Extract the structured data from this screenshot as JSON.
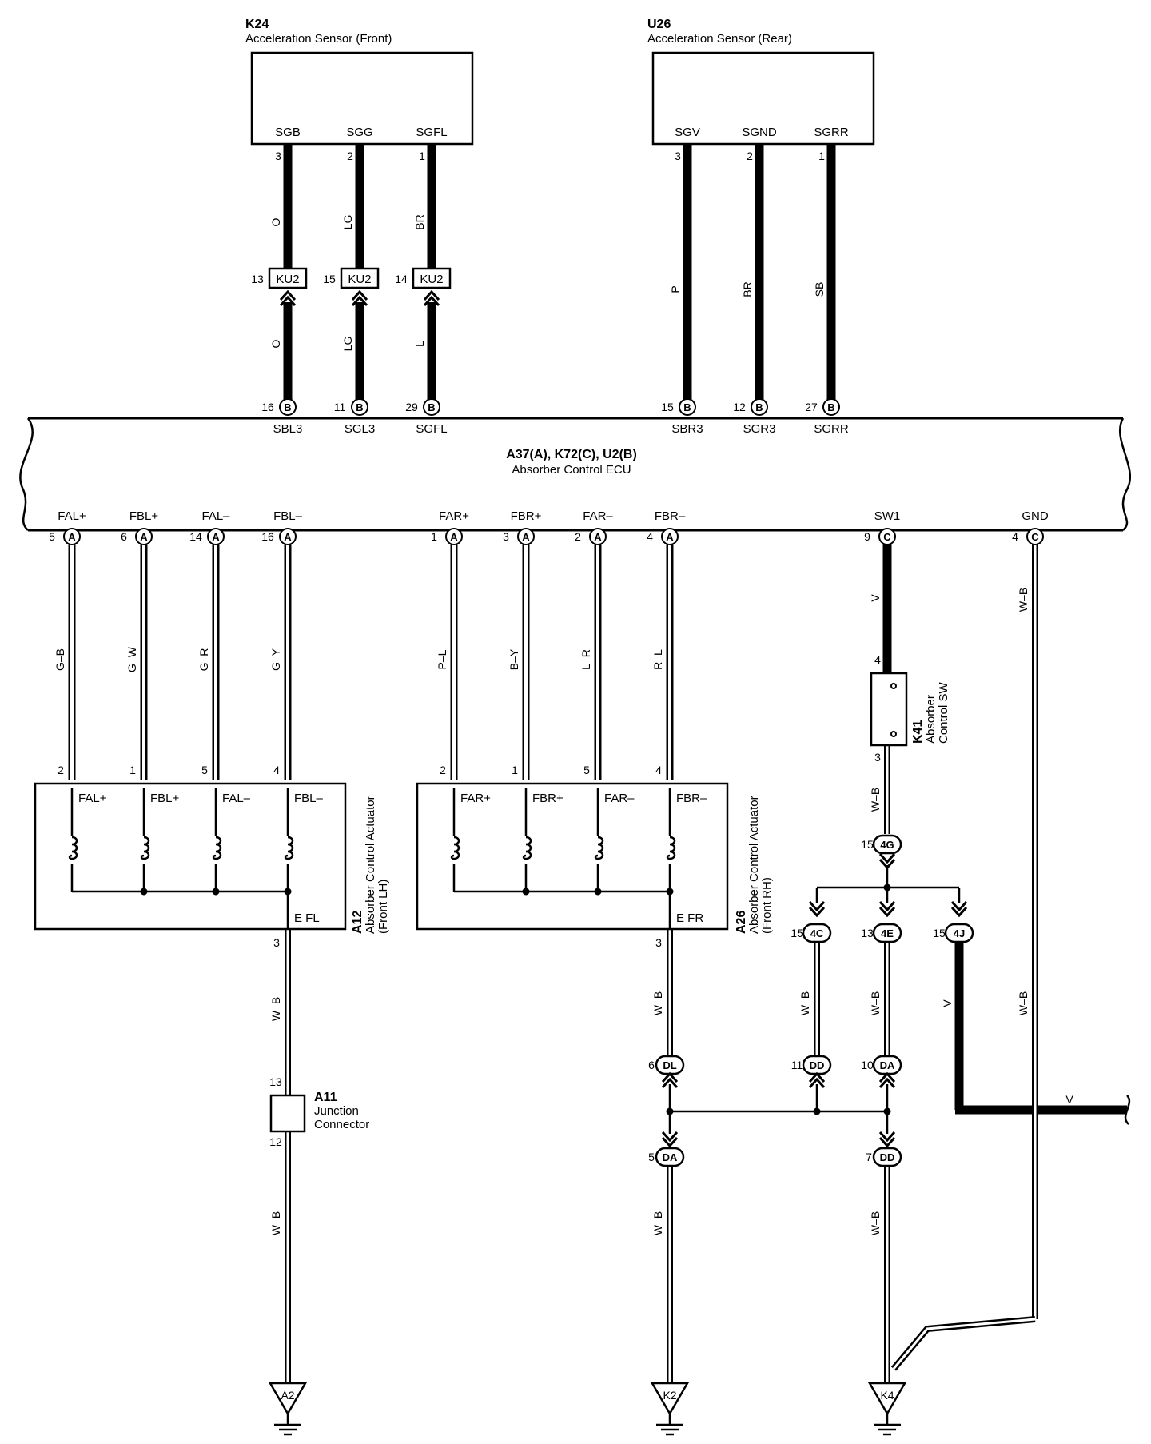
{
  "sensors": [
    {
      "code": "K24",
      "name": "Acceleration Sensor (Front)",
      "terms": [
        "SGB",
        "SGG",
        "SGFL"
      ],
      "pins": [
        "3",
        "2",
        "1"
      ],
      "upper_colors": [
        "O",
        "LG",
        "BR"
      ],
      "lower_colors": [
        "O",
        "LG",
        "L"
      ],
      "ku2_pins": [
        "13",
        "15",
        "14"
      ],
      "ku2_label": "KU2"
    },
    {
      "code": "U26",
      "name": "Acceleration Sensor (Rear)",
      "terms": [
        "SGV",
        "SGND",
        "SGRR"
      ],
      "pins": [
        "3",
        "2",
        "1"
      ],
      "colors": [
        "P",
        "BR",
        "SB"
      ]
    }
  ],
  "ecu": {
    "title": "A37(A), K72(C), U2(B)",
    "subtitle": "Absorber Control ECU",
    "top_pins": [
      {
        "num": "16",
        "conn": "B",
        "term": "SBL3"
      },
      {
        "num": "11",
        "conn": "B",
        "term": "SGL3"
      },
      {
        "num": "29",
        "conn": "B",
        "term": "SGFL"
      },
      {
        "num": "15",
        "conn": "B",
        "term": "SBR3"
      },
      {
        "num": "12",
        "conn": "B",
        "term": "SGR3"
      },
      {
        "num": "27",
        "conn": "B",
        "term": "SGRR"
      }
    ],
    "bottom_pins": [
      {
        "num": "5",
        "conn": "A",
        "term": "FAL+",
        "color": "G–B"
      },
      {
        "num": "6",
        "conn": "A",
        "term": "FBL+",
        "color": "G–W"
      },
      {
        "num": "14",
        "conn": "A",
        "term": "FAL–",
        "color": "G–R"
      },
      {
        "num": "16",
        "conn": "A",
        "term": "FBL–",
        "color": "G–Y"
      },
      {
        "num": "1",
        "conn": "A",
        "term": "FAR+",
        "color": "P–L"
      },
      {
        "num": "3",
        "conn": "A",
        "term": "FBR+",
        "color": "B–Y"
      },
      {
        "num": "2",
        "conn": "A",
        "term": "FAR–",
        "color": "L–R"
      },
      {
        "num": "4",
        "conn": "A",
        "term": "FBR–",
        "color": "R–L"
      },
      {
        "num": "9",
        "conn": "C",
        "term": "SW1",
        "color": "V"
      },
      {
        "num": "4",
        "conn": "C",
        "term": "GND",
        "color": "W–B"
      }
    ]
  },
  "actuators": [
    {
      "code": "A12",
      "name": "Absorber Control Actuator",
      "side": "(Front LH)",
      "pins": [
        "2",
        "1",
        "5",
        "4"
      ],
      "terms": [
        "FAL+",
        "FBL+",
        "FAL–",
        "FBL–"
      ],
      "ground_term": "E FL",
      "ground_pin": "3",
      "ground_color": "W–B"
    },
    {
      "code": "A26",
      "name": "Absorber Control Actuator",
      "side": "(Front RH)",
      "pins": [
        "2",
        "1",
        "5",
        "4"
      ],
      "terms": [
        "FAR+",
        "FBR+",
        "FAR–",
        "FBR–"
      ],
      "ground_term": "E FR",
      "ground_pin": "3",
      "ground_color": "W–B"
    }
  ],
  "switch": {
    "code": "K41",
    "name1": "Absorber",
    "name2": "Control SW",
    "pin_in": "4",
    "pin_out": "3",
    "color_out": "W–B"
  },
  "junction": {
    "code": "A11",
    "name1": "Junction",
    "name2": "Connector",
    "pin_top": "13",
    "pin_bottom": "12",
    "color": "W–B"
  },
  "connectors": [
    {
      "pin": "15",
      "label": "4G"
    },
    {
      "pin": "15",
      "label": "4C",
      "color": "W–B"
    },
    {
      "pin": "13",
      "label": "4E",
      "color": "W–B"
    },
    {
      "pin": "15",
      "label": "4J",
      "color": "V"
    },
    {
      "pin": "6",
      "label": "DL"
    },
    {
      "pin": "11",
      "label": "DD"
    },
    {
      "pin": "10",
      "label": "DA"
    },
    {
      "pin": "5",
      "label": "DA",
      "color": "W–B"
    },
    {
      "pin": "7",
      "label": "DD",
      "color": "W–B"
    }
  ],
  "extra_colors": {
    "v_right": "V",
    "gnd_lower": "W–B"
  },
  "grounds": [
    "A2",
    "K2",
    "K4"
  ]
}
